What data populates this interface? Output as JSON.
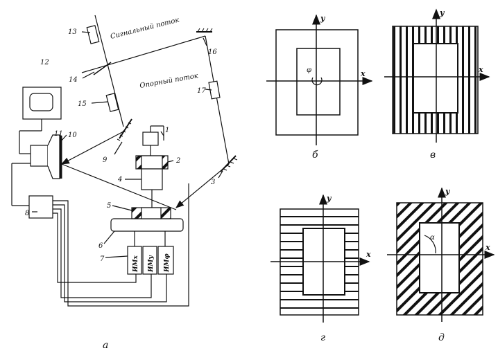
{
  "flows": {
    "signal": "Сигнальный поток",
    "reference": "Опорный поток"
  },
  "labels": {
    "n1": "1",
    "n2": "2",
    "n3": "3",
    "n4": "4",
    "n5": "5",
    "n6": "6",
    "n7": "7",
    "n8": "8",
    "n9": "9",
    "n10": "10",
    "n11": "11",
    "n12": "12",
    "n13": "13",
    "n14": "14",
    "n15": "15",
    "n16": "16",
    "n17": "17"
  },
  "modules": [
    "ИМx",
    "ИМy",
    "ИМφ"
  ],
  "axes": {
    "x": "x",
    "y": "y",
    "phi": "φ",
    "alpha": "α"
  },
  "captions": {
    "a": "а",
    "b": "б",
    "v": "в",
    "g": "г",
    "d": "д"
  }
}
